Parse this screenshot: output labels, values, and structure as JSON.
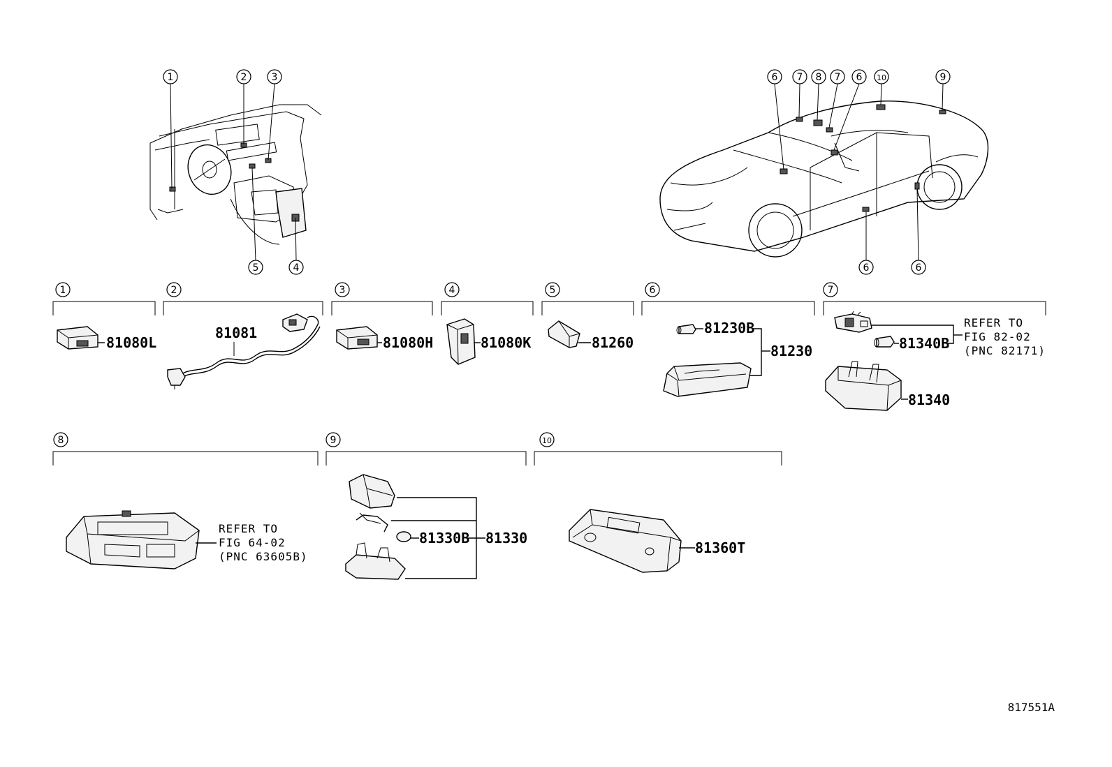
{
  "diagram_id": "817551A",
  "overview_callouts": {
    "dash": [
      "1",
      "2",
      "3",
      "4",
      "5"
    ],
    "car": [
      "6",
      "7",
      "8",
      "7",
      "6",
      "10",
      "9",
      "6",
      "6"
    ]
  },
  "sections": [
    {
      "num": "1",
      "parts": [
        "81080L"
      ]
    },
    {
      "num": "2",
      "parts": [
        "81081"
      ]
    },
    {
      "num": "3",
      "parts": [
        "81080H"
      ]
    },
    {
      "num": "4",
      "parts": [
        "81080K"
      ]
    },
    {
      "num": "5",
      "parts": [
        "81260"
      ]
    },
    {
      "num": "6",
      "parts": [
        "81230B",
        "81230"
      ]
    },
    {
      "num": "7",
      "parts": [
        "81340B",
        "81340"
      ],
      "note": [
        "REFER TO",
        "FIG 82-02",
        "(PNC 82171)"
      ]
    },
    {
      "num": "8",
      "parts": [],
      "note": [
        "REFER TO",
        "FIG 64-02",
        "(PNC 63605B)"
      ]
    },
    {
      "num": "9",
      "parts": [
        "81330B",
        "81330"
      ]
    },
    {
      "num": "10",
      "parts": [
        "81360T"
      ]
    }
  ]
}
